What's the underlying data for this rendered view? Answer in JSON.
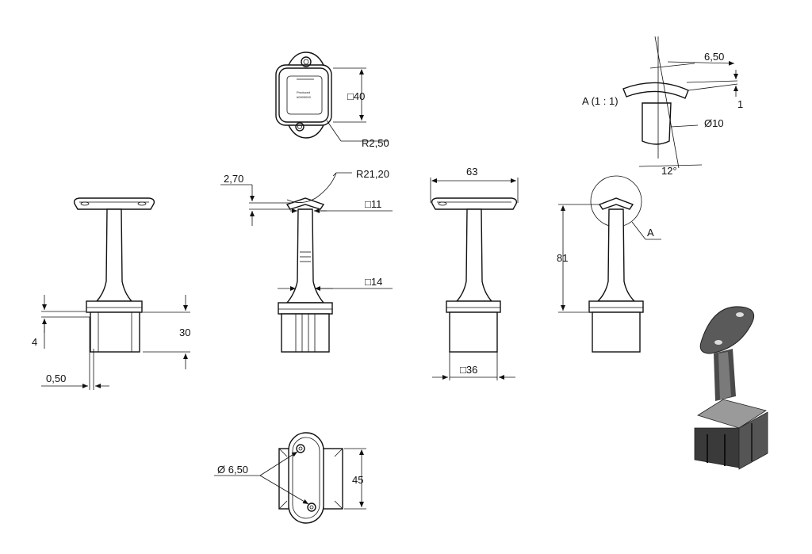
{
  "colors": {
    "line": "#111111",
    "background": "#ffffff",
    "render_dark": "#3a3a3a",
    "render_mid": "#6a6a6a",
    "render_light": "#9a9a9a"
  },
  "dimensions": {
    "top_square": "□40",
    "top_radius": "R2,50",
    "left_offset": "0,50",
    "left_flange": "4",
    "left_height": "30",
    "side_thickness": "2,70",
    "side_radius": "R21,20",
    "side_square_top": "□11",
    "side_square_mid": "□14",
    "front_width": "63",
    "front_square": "□36",
    "right_height": "81",
    "right_detail_marker": "A",
    "detail_title": "A (1 : 1)",
    "detail_width": "6,50",
    "detail_thickness": "1",
    "detail_diameter": "Ø10",
    "detail_angle": "12°",
    "bottom_holes": "Ø 6,50",
    "bottom_height": "45"
  }
}
